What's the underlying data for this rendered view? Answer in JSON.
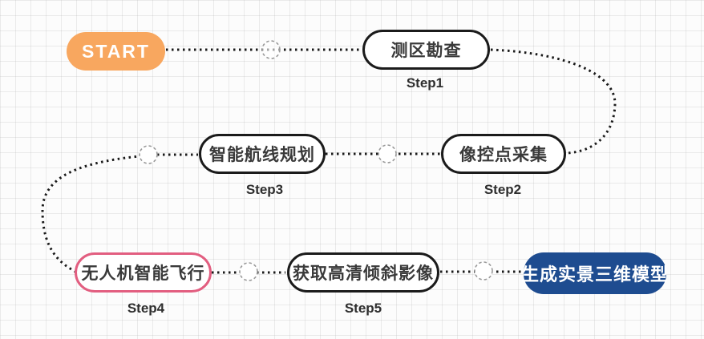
{
  "diagram": {
    "title_hint": "drone-photogrammetry-workflow",
    "start": {
      "label": "START",
      "fill_color": "#f8a75f"
    },
    "nodes": [
      {
        "label": "测区勘查",
        "step": "Step1",
        "border_color": "#1b1b1b"
      },
      {
        "label": "像控点采集",
        "step": "Step2",
        "border_color": "#1b1b1b"
      },
      {
        "label": "智能航线规划",
        "step": "Step3",
        "border_color": "#1b1b1b"
      },
      {
        "label": "无人机智能飞行",
        "step": "Step4",
        "border_color": "#e25e80"
      },
      {
        "label": "获取高清倾斜影像",
        "step": "Step5",
        "border_color": "#1b1b1b"
      }
    ],
    "end": {
      "label": "生成实景三维模型",
      "fill_color": "#1e4c90"
    },
    "connector_style": {
      "line_color": "#1a1a1a",
      "circle_border_color": "#999999",
      "circle_fill": "#ffffff"
    }
  }
}
